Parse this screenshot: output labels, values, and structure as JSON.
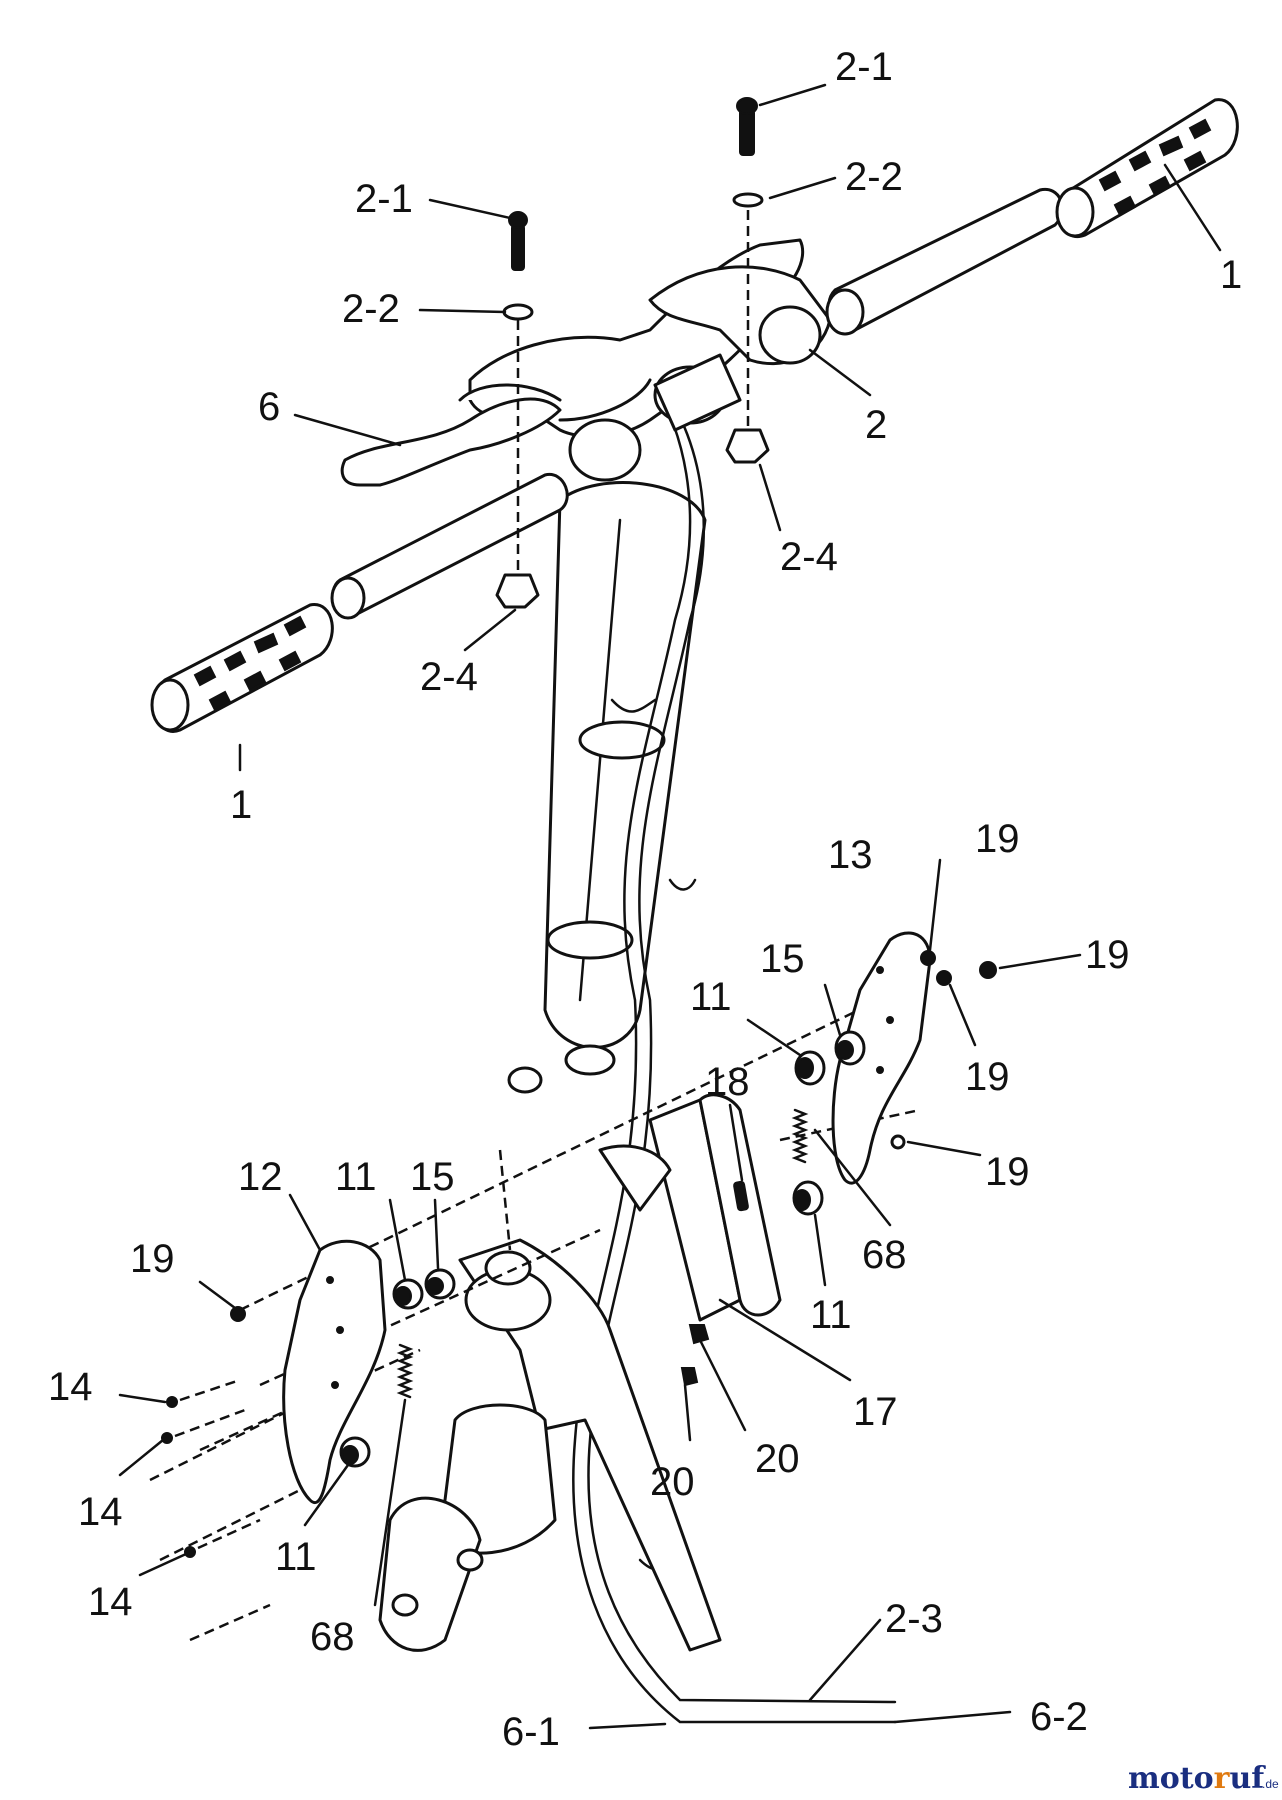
{
  "diagram": {
    "labels": {
      "grip_right": "1",
      "grip_left": "1",
      "bracket_right": "2",
      "screw_top_right": "2-1",
      "washer_top_right": "2-2",
      "screw_top_left": "2-1",
      "washer_top_left": "2-2",
      "nut_right": "2-4",
      "nut_left": "2-4",
      "lever": "6",
      "plate_right": "13",
      "plate_left": "12",
      "nut19_a": "19",
      "nut19_b": "19",
      "nut19_c": "19",
      "nut19_d": "19",
      "nut19_left": "19",
      "spacer15_right": "15",
      "spacer15_left": "15",
      "bush11_a": "11",
      "bush11_b": "11",
      "bush11_left_top": "11",
      "bush11_left_bottom": "11",
      "pin18": "18",
      "clamp17": "17",
      "spring68_right": "68",
      "spring68_left": "68",
      "clip20_a": "20",
      "clip20_b": "20",
      "bolt14_a": "14",
      "bolt14_b": "14",
      "bolt14_c": "14",
      "cable23": "2-3",
      "cable61": "6-1",
      "cable62": "6-2"
    },
    "watermark": {
      "brand_prefix": "moto",
      "brand_mid": "r",
      "brand_suffix": "uf",
      "tld": ".de"
    }
  }
}
